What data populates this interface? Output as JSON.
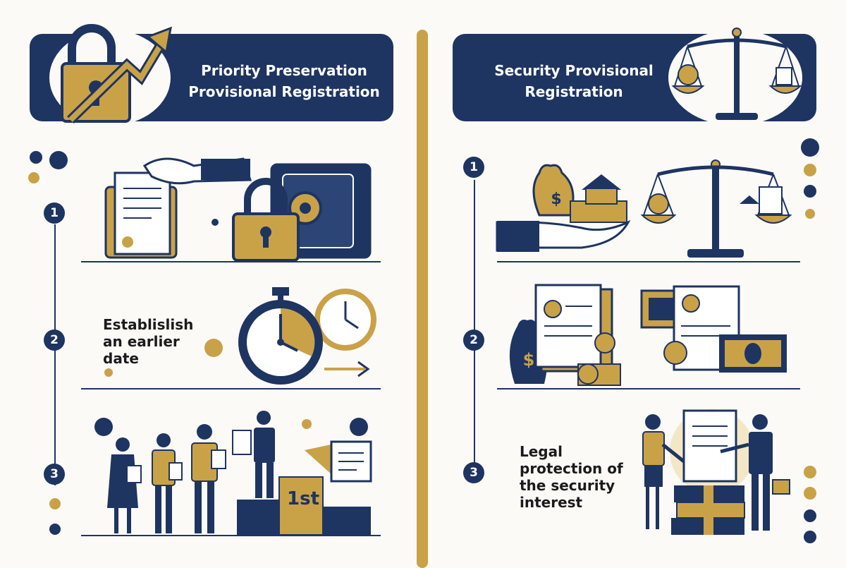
{
  "left_panel": {
    "title_line1": "Priority Preservation",
    "title_line2": "Provisional Registration",
    "steps": [
      {
        "number": "1",
        "text": ""
      },
      {
        "number": "2",
        "text_lines": [
          "Establislish",
          "an earlier",
          "date"
        ]
      },
      {
        "number": "3",
        "podium_label": "1st"
      }
    ]
  },
  "right_panel": {
    "title_line1": "Security Provisional",
    "title_line2": "Registration",
    "steps": [
      {
        "number": "1"
      },
      {
        "number": "2"
      },
      {
        "number": "3",
        "text_lines": [
          "Legal",
          "protection of",
          "the security",
          "interest"
        ]
      }
    ]
  },
  "colors": {
    "navy": "#1e3461",
    "gold": "#c9a248",
    "background": "#fbfaf7"
  },
  "icons": [
    "padlock-icon",
    "growth-arrow-icon",
    "scales-icon",
    "safe-icon",
    "stopwatch-icon",
    "clock-icon",
    "money-bag-icon",
    "house-icon",
    "coin-stack-icon",
    "banknote-icon",
    "document-icon",
    "handshake-icon"
  ]
}
